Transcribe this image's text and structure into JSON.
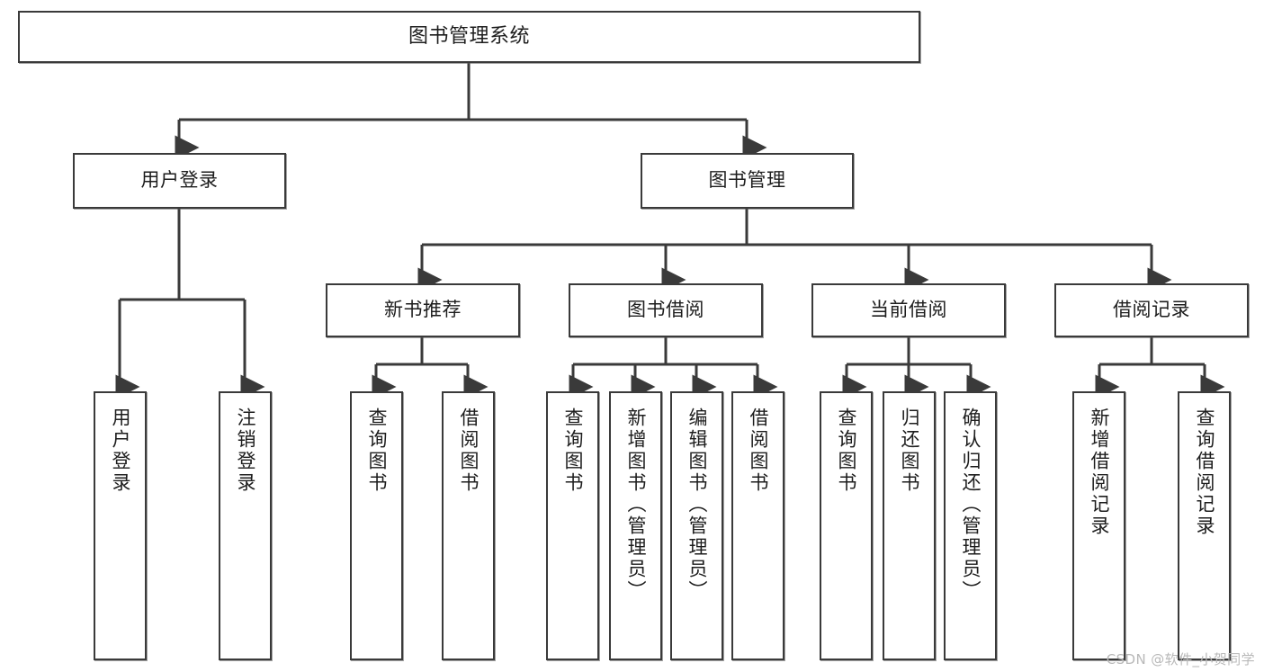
{
  "diagram": {
    "type": "tree-hierarchy",
    "title": "图书管理系统",
    "watermark": "CSDN @软件_小贺同学",
    "colors": {
      "box_border": "#3a3a3a",
      "box_fill": "#ffffff",
      "line": "#3a3a3a",
      "text": "#1d1d1d",
      "watermark": "#b9b9b9"
    },
    "nodes": {
      "root": {
        "label": "图书管理系统"
      },
      "level1": [
        {
          "label": "用户登录"
        },
        {
          "label": "图书管理"
        }
      ],
      "level2": [
        {
          "label": "新书推荐"
        },
        {
          "label": "图书借阅"
        },
        {
          "label": "当前借阅"
        },
        {
          "label": "借阅记录"
        }
      ],
      "leaves": {
        "user_login": [
          {
            "label": "用户登录"
          },
          {
            "label": "注销登录"
          }
        ],
        "new_book": [
          {
            "label": "查询图书"
          },
          {
            "label": "借阅图书"
          }
        ],
        "book_borrow": [
          {
            "label": "查询图书"
          },
          {
            "label": "新增图书（管理员）"
          },
          {
            "label": "编辑图书（管理员）"
          },
          {
            "label": "借阅图书"
          }
        ],
        "current_borrow": [
          {
            "label": "查询图书"
          },
          {
            "label": "归还图书"
          },
          {
            "label": "确认归还（管理员）"
          }
        ],
        "borrow_record": [
          {
            "label": "新增借阅记录"
          },
          {
            "label": "查询借阅记录"
          }
        ]
      }
    }
  }
}
